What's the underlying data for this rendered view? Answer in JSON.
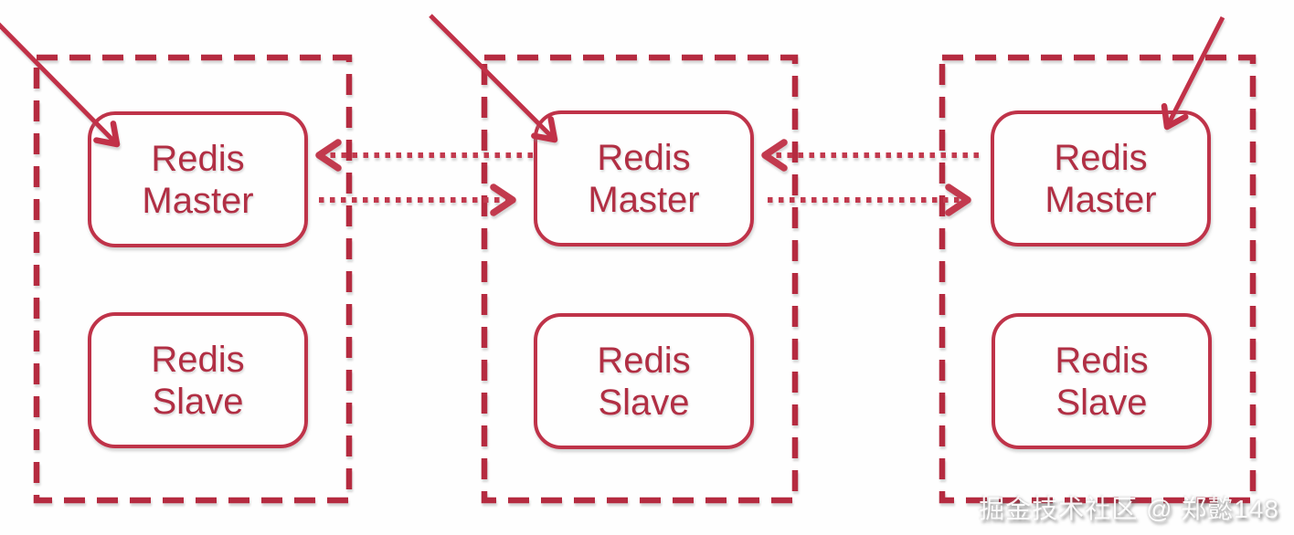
{
  "diagram": {
    "description": "Redis master-slave replication clusters"
  },
  "clusters": [
    {
      "id": "cluster-1",
      "master": {
        "label": "Redis\nMaster"
      },
      "slave": {
        "label": "Redis\nSlave"
      }
    },
    {
      "id": "cluster-2",
      "master": {
        "label": "Redis\nMaster"
      },
      "slave": {
        "label": "Redis\nSlave"
      }
    },
    {
      "id": "cluster-3",
      "master": {
        "label": "Redis\nMaster"
      },
      "slave": {
        "label": "Redis\nSlave"
      }
    }
  ],
  "watermark": {
    "text": "掘金技术社区 @ 郑懿148"
  },
  "colors": {
    "cluster_border": "#b52b40",
    "node_border": "#bf3349",
    "node_text": "#b12f44",
    "dotted_arrow": "#c23a4e",
    "solid_arrow": "#c13148",
    "background": "#fefefe",
    "watermark_text": "#ffffff"
  }
}
